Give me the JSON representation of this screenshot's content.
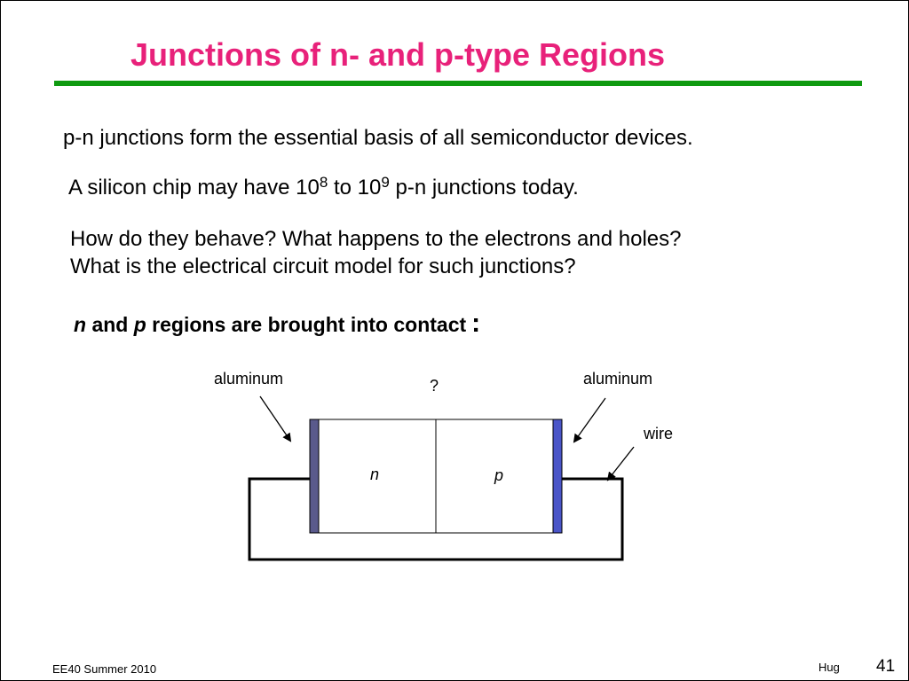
{
  "slide": {
    "title": "Junctions of n- and p-type Regions",
    "line1": "p-n junctions form the essential basis of all semiconductor devices.",
    "line2": {
      "prefix": "A silicon chip may have 10",
      "exp1": "8",
      "middle": " to 10",
      "exp2": "9",
      "suffix": " p-n junctions today."
    },
    "line3": "How do they behave?   What happens to the electrons and holes?",
    "line4": "What is the electrical circuit model for such junctions?",
    "contact_line": {
      "n": "n",
      "and": " and ",
      "p": "p",
      "rest": " regions are brought into contact",
      "colon": ":"
    }
  },
  "diagram": {
    "label_aluminum_left": "aluminum",
    "label_aluminum_right": "aluminum",
    "label_question": "?",
    "label_wire": "wire",
    "label_n": "n",
    "label_p": "p",
    "colors": {
      "aluminum_left": "#5a5a8c",
      "aluminum_right": "#4a55c8",
      "lines": "#000000"
    }
  },
  "footer": {
    "course": "EE40 Summer 2010",
    "author": "Hug",
    "page": "41"
  },
  "colors": {
    "title": "#e8217a",
    "rule": "#0f9a10"
  }
}
